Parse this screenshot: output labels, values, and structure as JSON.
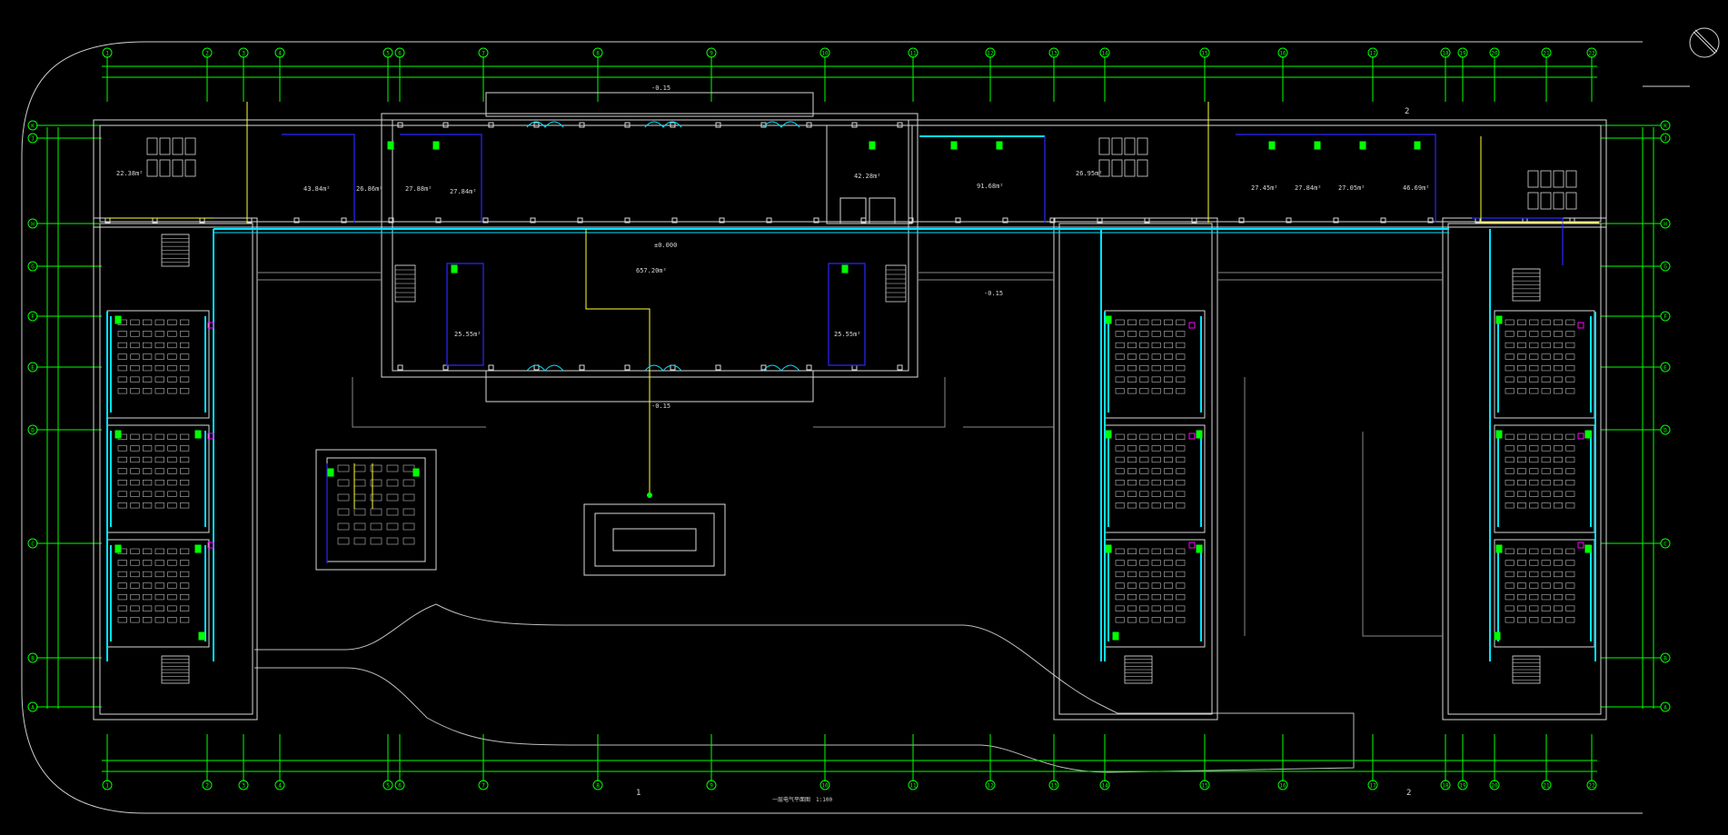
{
  "colors": {
    "background": "#000000",
    "wall": "#d8d8d8",
    "grid": "#00ff00",
    "pipe": "#00e5ff",
    "circuit": "#2828ff",
    "yellow": "#ffff33",
    "magenta": "#ff00ff",
    "gray": "#9a9a9a"
  },
  "grid": {
    "columns": [
      "1",
      "2",
      "3",
      "4",
      "5",
      "6",
      "7",
      "8",
      "9",
      "10",
      "11",
      "12",
      "13",
      "14",
      "15",
      "16",
      "17",
      "18",
      "19",
      "20",
      "21",
      "22"
    ],
    "rows": [
      "K",
      "J",
      "H",
      "G",
      "F",
      "E",
      "D",
      "C",
      "B",
      "A"
    ]
  },
  "labels": {
    "hall_area": "657.20m²",
    "elevator_area": "42.28m²",
    "side_room_left_area": "25.55m²",
    "side_room_right_area": "25.55m²",
    "room_a_area": "43.84m²",
    "room_b_area": "26.86m²",
    "room_c_area": "27.88m²",
    "room_d_area": "27.84m²",
    "room_e_area": "91.68m²",
    "room_f_area": "27.45m²",
    "room_g_area": "27.84m²",
    "room_h_area": "27.05m²",
    "room_i_area": "46.69m²",
    "toilet_left_area": "22.38m²",
    "toilet_right_area": "26.95m²",
    "level_hall": "±0.000",
    "level_top": "-0.15",
    "level_court": "-0.15",
    "level_bottom": "-0.15",
    "section_1": "1",
    "section_2": "2",
    "drawing_title": "一层电气平面图",
    "drawing_scale": "1:100"
  }
}
